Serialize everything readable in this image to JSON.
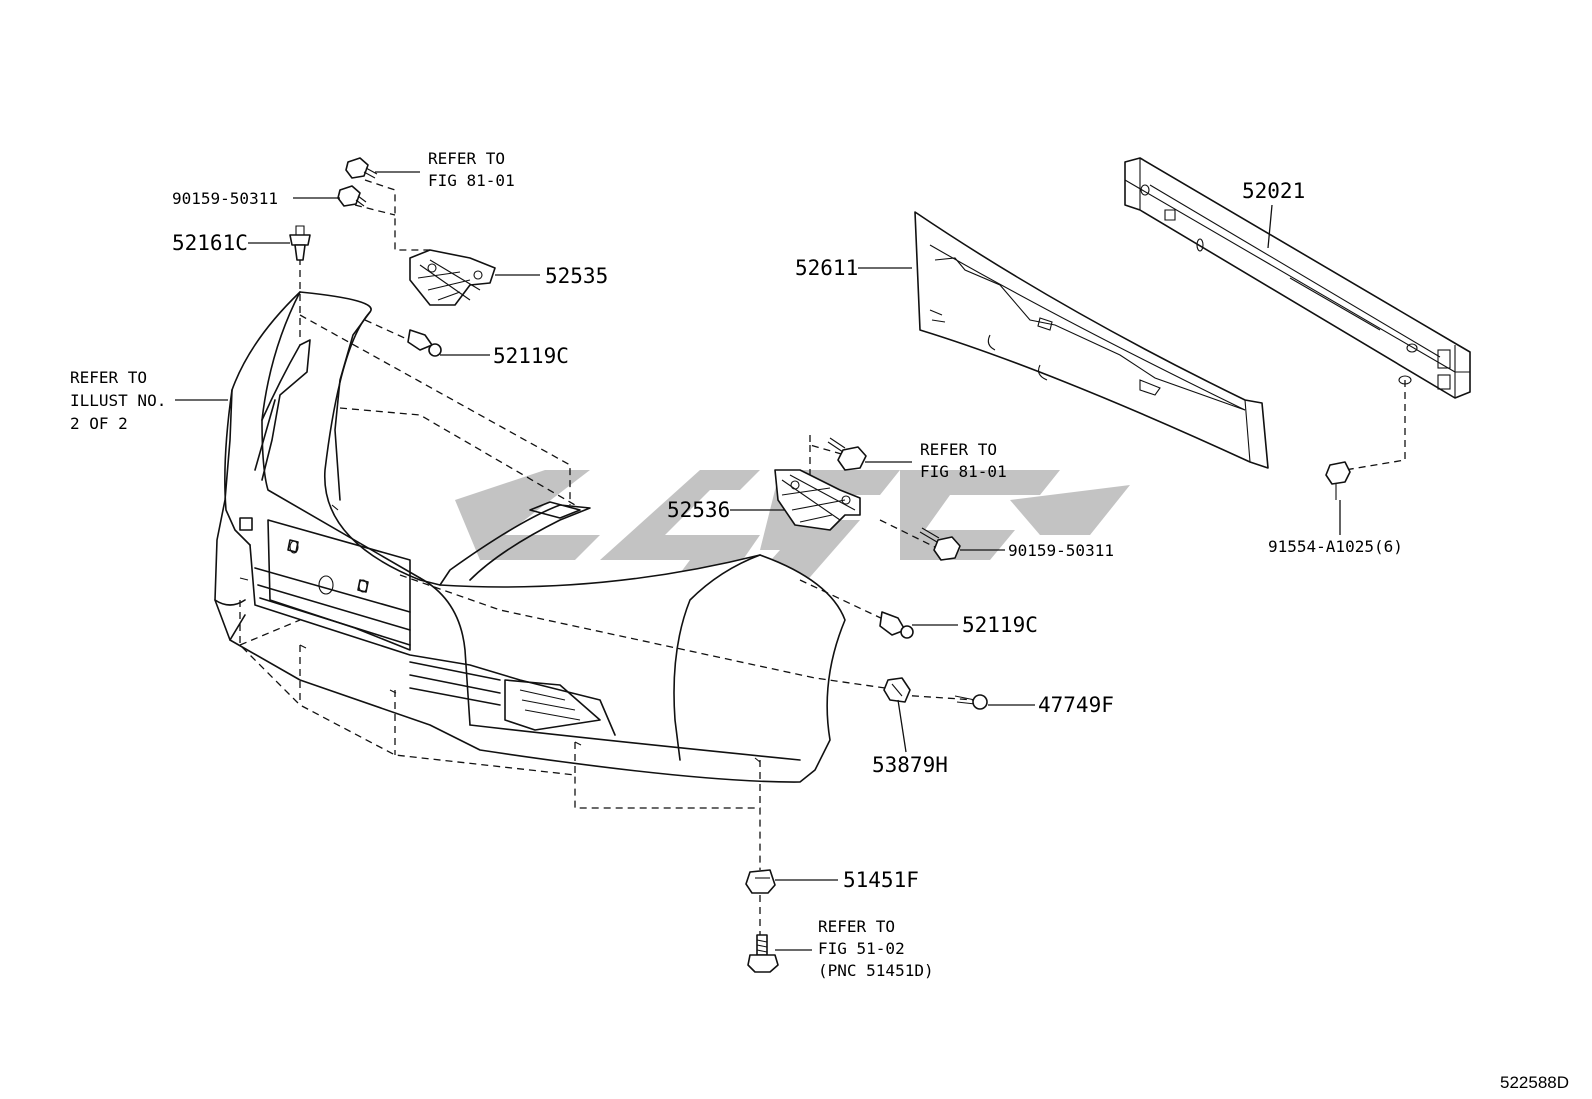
{
  "parts": {
    "p52021": "52021",
    "p52611": "52611",
    "p52535": "52535",
    "p52536": "52536",
    "p52119c_top": "52119C",
    "p52119c_bot": "52119C",
    "p52161c": "52161C",
    "p90159_top": "90159-50311",
    "p90159_mid": "90159-50311",
    "p91554": "91554-A1025(6)",
    "p47749f": "47749F",
    "p53879h": "53879H",
    "p51451f": "51451F"
  },
  "notes": {
    "refer_fig8101_top": [
      "REFER TO",
      "FIG 81-01"
    ],
    "refer_fig8101_mid": [
      "REFER TO",
      "FIG 81-01"
    ],
    "refer_illust": [
      "REFER TO",
      "ILLUST NO.",
      "2 OF 2"
    ],
    "refer_fig5102": [
      "REFER TO",
      "FIG 51-02",
      "(PNC 51451D)"
    ]
  },
  "illustration_code": "522588D",
  "colors": {
    "line": "#111111",
    "watermark": "#b8b8b8",
    "background": "#ffffff"
  }
}
